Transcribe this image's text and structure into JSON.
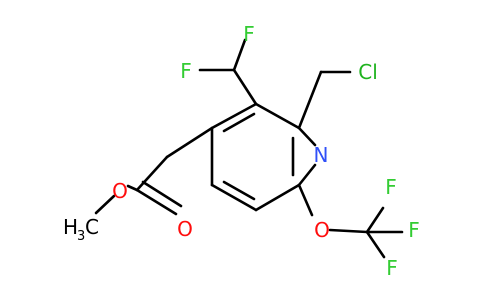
{
  "molecule": {
    "atoms": {
      "F1": "F",
      "F2": "F",
      "Cl": "Cl",
      "N": "N",
      "O_ester": "O",
      "O_carbonyl": "O",
      "O_ether": "O",
      "F3": "F",
      "F4": "F",
      "F5": "F",
      "methyl_H": "H",
      "methyl_sub": "3",
      "methyl_C": "C"
    },
    "colors": {
      "bond": "#000000",
      "halogen_F": "#33cc33",
      "halogen_Cl": "#1fb31f",
      "nitrogen": "#3050f8",
      "oxygen": "#ff0d0d",
      "carbon_text": "#000000"
    }
  }
}
